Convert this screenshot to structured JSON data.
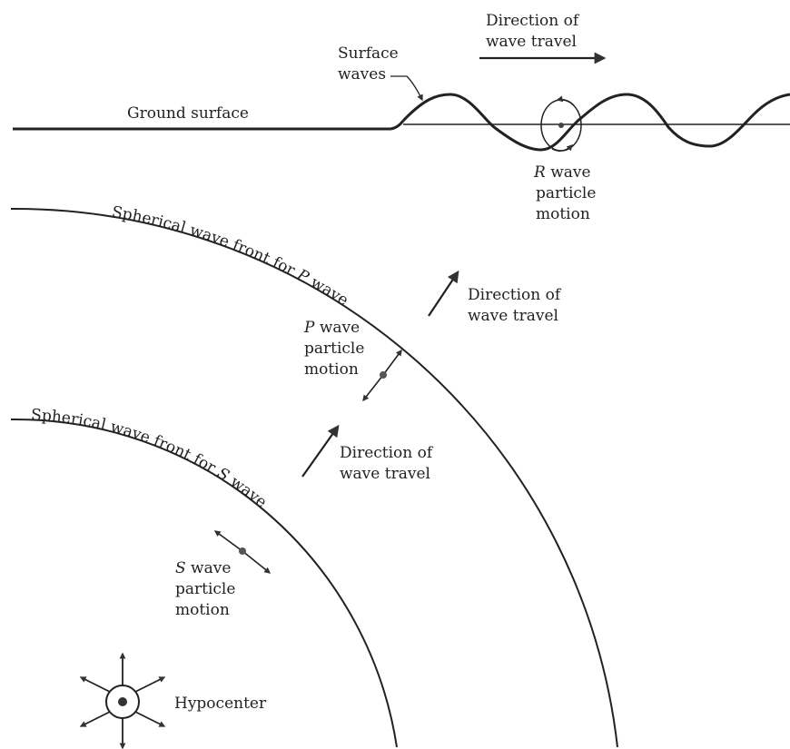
{
  "labels": {
    "direction_top_1": "Direction of",
    "direction_top_2": "wave travel",
    "surface_waves_1": "Surface",
    "surface_waves_2": "waves",
    "ground_surface": "Ground surface",
    "r_wave_letter": "R",
    "r_wave_1": " wave",
    "r_wave_2": "particle",
    "r_wave_3": "motion",
    "p_front_prefix": "Spherical wave front for ",
    "p_front_letter": "P",
    "p_front_suffix": " wave",
    "direction_p_1": "Direction of",
    "direction_p_2": "wave travel",
    "p_particle_letter": "P",
    "p_particle_1": " wave",
    "p_particle_2": "particle",
    "p_particle_3": "motion",
    "s_front_prefix": "Spherical wave front for ",
    "s_front_letter": "S",
    "s_front_suffix": " wave",
    "direction_s_1": "Direction of",
    "direction_s_2": "wave travel",
    "s_particle_letter": "S",
    "s_particle_1": " wave",
    "s_particle_2": "particle",
    "s_particle_3": "motion",
    "hypocenter": "Hypocenter"
  },
  "colors": {
    "ink": "#222222",
    "background": "#ffffff"
  }
}
